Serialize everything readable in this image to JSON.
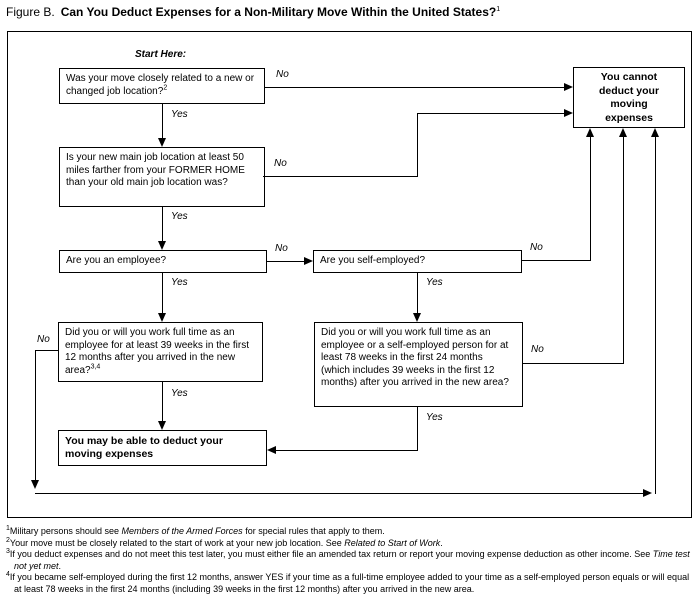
{
  "figure": {
    "label": "Figure B.",
    "title": "Can You Deduct Expenses for a Non-Military Move Within the United States?",
    "title_footnote_ref": "1"
  },
  "flowchart": {
    "start_label": "Start Here:",
    "yes_label": "Yes",
    "no_label": "No",
    "nodes": {
      "q_job_related": {
        "text": "Was your move closely related to a new or changed job location?",
        "footnote_ref": "2"
      },
      "q_50_miles": {
        "text": "Is your new main job location at least 50 miles farther from your FORMER HOME than your old main job location was?"
      },
      "q_employee": {
        "text": "Are you an employee?"
      },
      "q_self_employed": {
        "text": "Are you self-employed?"
      },
      "q_39_weeks": {
        "text": "Did you or will you work full time as an employee for at least 39 weeks in the first 12 months after you arrived in the new area?",
        "footnote_ref": "3,4"
      },
      "q_78_weeks": {
        "text": "Did you or will you work full time as an employee or a self-employed person for at least 78 weeks in the first 24 months (which includes 39 weeks in the first 12 months) after you arrived in the new area?"
      },
      "outcome_may_deduct": {
        "text": "You may be able to deduct your moving expenses"
      },
      "outcome_cannot_deduct": {
        "text": "You cannot deduct your moving expenses"
      }
    }
  },
  "footnotes": [
    {
      "marker": "1",
      "parts": [
        {
          "t": "Military persons should see "
        },
        {
          "t": "Members of the Armed Forces",
          "italic": true
        },
        {
          "t": " for special rules that apply to them."
        }
      ]
    },
    {
      "marker": "2",
      "parts": [
        {
          "t": "Your move must be closely related to the start of work at your new job location. See "
        },
        {
          "t": "Related to Start of Work",
          "italic": true
        },
        {
          "t": "."
        }
      ]
    },
    {
      "marker": "3",
      "parts": [
        {
          "t": "If you deduct expenses and do not meet this test later, you must either file an amended tax return or report your moving expense deduction as other income. See "
        },
        {
          "t": "Time test not yet met",
          "italic": true
        },
        {
          "t": "."
        }
      ]
    },
    {
      "marker": "4",
      "parts": [
        {
          "t": "If you became self-employed during the first 12 months, answer YES if your time as a full-time employee added to your time as a self-employed person equals or will equal at least 78 weeks in the first 24 months (including 39 weeks in the first 12 months) after you arrived in the new area."
        }
      ]
    }
  ]
}
